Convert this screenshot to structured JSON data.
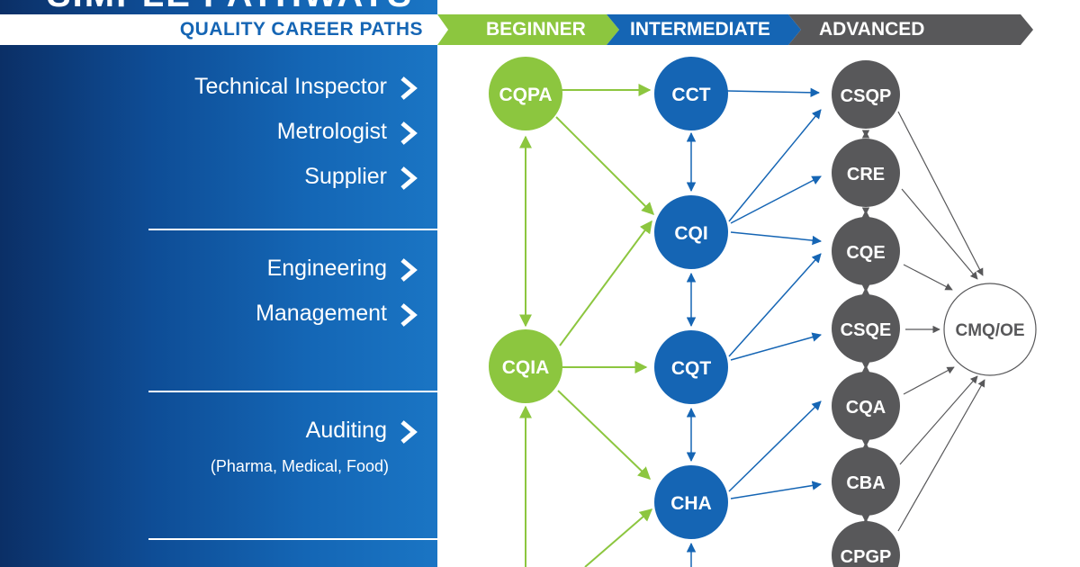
{
  "header": {
    "title": "SIMPLE PATHWAYS",
    "paths_label": "QUALITY CAREER PATHS",
    "levels": [
      "BEGINNER",
      "INTERMEDIATE",
      "ADVANCED"
    ]
  },
  "careers": {
    "technical_inspector": "Technical Inspector",
    "metrologist": "Metrologist",
    "supplier": "Supplier",
    "engineering": "Engineering",
    "management": "Management",
    "auditing": "Auditing",
    "auditing_sub": "(Pharma, Medical, Food)"
  },
  "nodes": {
    "cqpa": "CQPA",
    "cqia": "CQIA",
    "cct": "CCT",
    "cqi": "CQI",
    "cqt": "CQT",
    "cha": "CHA",
    "csqp": "CSQP",
    "cre": "CRE",
    "cqe": "CQE",
    "csqe": "CSQE",
    "cqa": "CQA",
    "cba": "CBA",
    "cpgp": "CPGP",
    "cmqoe": "CMQ/OE"
  },
  "colors": {
    "beginner": "#8cc63f",
    "intermediate": "#1565b4",
    "advanced": "#58585a",
    "panel_blue": "#0e4d96",
    "white": "#ffffff"
  }
}
